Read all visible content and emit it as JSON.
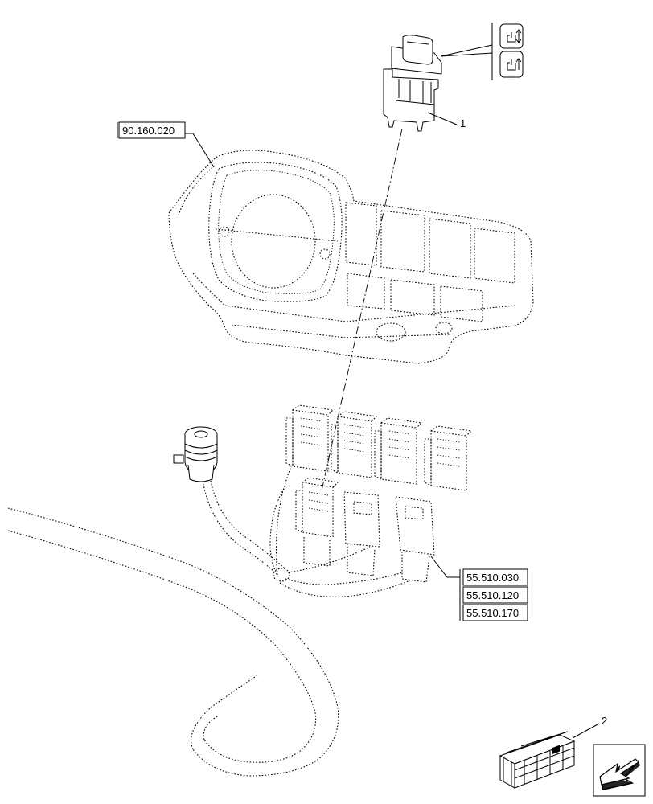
{
  "callouts": {
    "part_1": "1",
    "part_2": "2"
  },
  "references": {
    "dashboard_ref": "90.160.020",
    "harness_refs": [
      "55.510.030",
      "55.510.120",
      "55.510.170"
    ]
  },
  "icons": {
    "switch_positions": [
      "switch-position-up-down-icon",
      "switch-position-up-icon"
    ],
    "kit": "kit-crate-icon",
    "navigation": "previous-page-arrow-icon"
  }
}
